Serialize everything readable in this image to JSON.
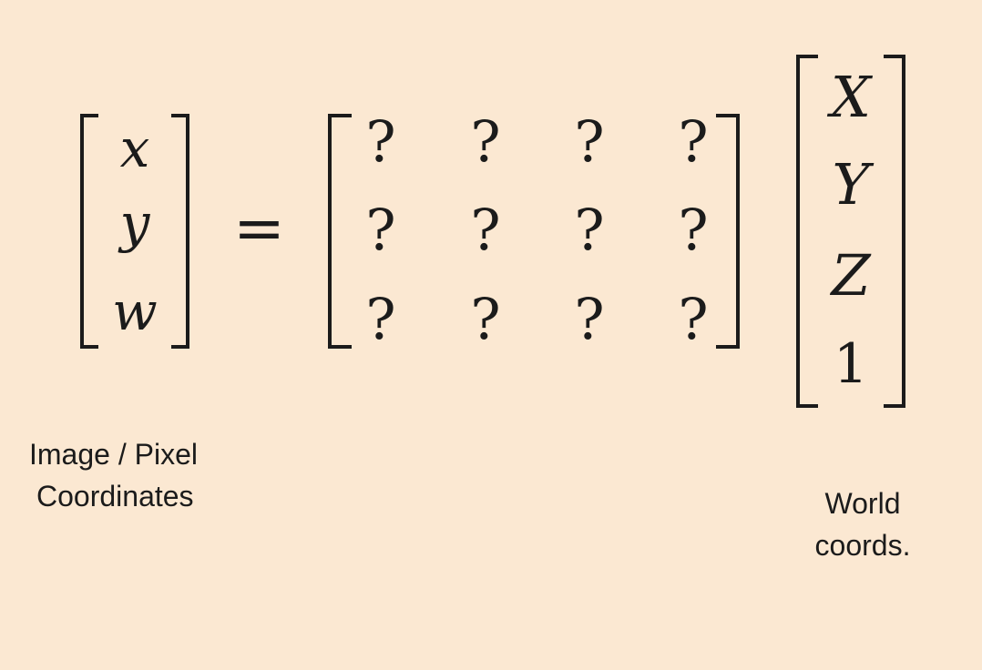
{
  "equation": {
    "image_vector": [
      "x",
      "y",
      "w"
    ],
    "equals": "=",
    "matrix": [
      [
        "?",
        "?",
        "?",
        "?"
      ],
      [
        "?",
        "?",
        "?",
        "?"
      ],
      [
        "?",
        "?",
        "?",
        "?"
      ]
    ],
    "world_vector": [
      "X",
      "Y",
      "Z",
      "1"
    ]
  },
  "labels": {
    "image_label_line1": "Image / Pixel",
    "image_label_line2": "Coordinates",
    "world_label_line1": "World",
    "world_label_line2": "coords."
  },
  "colors": {
    "background": "#fbe8d2",
    "ink": "#1b1b1b"
  }
}
